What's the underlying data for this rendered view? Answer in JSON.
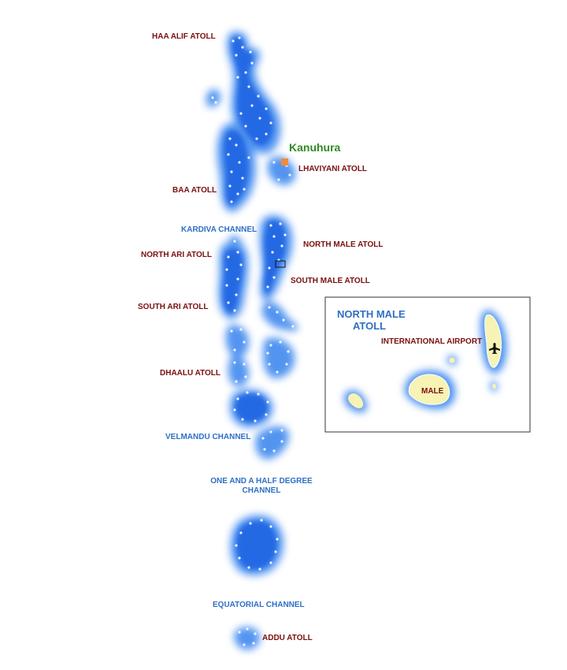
{
  "resort": {
    "name": "Kanuhura",
    "marker_color": "#f08a3c"
  },
  "atolls": {
    "haa_alif": "HAA ALIF ATOLL",
    "lhaviyani": "LHAVIYANI ATOLL",
    "baa": "BAA ATOLL",
    "north_male": "NORTH MALE ATOLL",
    "north_ari": "NORTH ARI ATOLL",
    "south_male": "SOUTH MALE ATOLL",
    "south_ari": "SOUTH ARI ATOLL",
    "dhaalu": "DHAALU ATOLL",
    "addu": "ADDU ATOLL"
  },
  "channels": {
    "kardiva": "KARDIVA CHANNEL",
    "velmandu": "VELMANDU CHANNEL",
    "one_half_line1": "ONE AND A HALF DEGREE",
    "one_half_line2": "CHANNEL",
    "equatorial": "EQUATORIAL CHANNEL"
  },
  "inset": {
    "title_line1": "NORTH MALE",
    "title_line2": "ATOLL",
    "airport_label": "INTERNATIONAL AIRPORT",
    "male_label": "MALE",
    "airport_icon": "airplane-icon"
  },
  "colors": {
    "water_glow": "#2f7be8",
    "water_core": "#1e5fe0",
    "reef": "#e8f2ff",
    "atoll_label": "#7a1010",
    "channel_label": "#2f6fc6",
    "resort_label": "#2e8b22",
    "island_fill": "#f6f3b4"
  }
}
